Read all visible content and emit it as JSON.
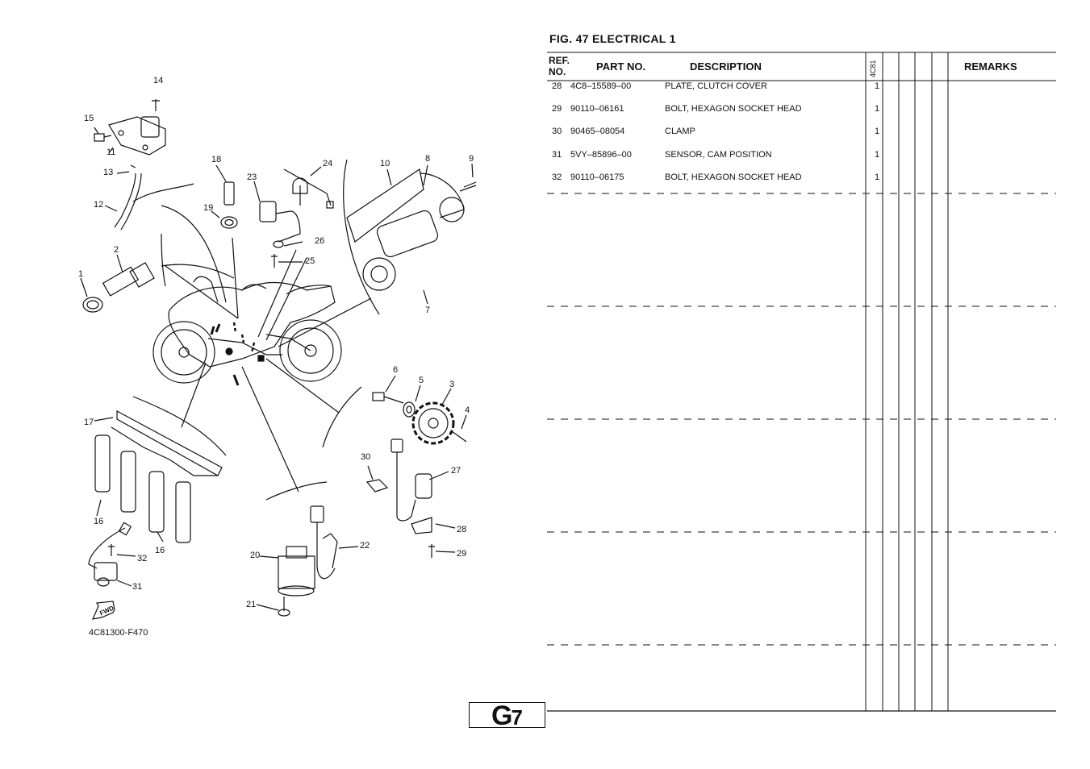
{
  "figure": {
    "title": "FIG.  47   ELECTRICAL 1",
    "code": "4C81300-F470",
    "page_letter": "G",
    "page_number": "7"
  },
  "table": {
    "headers": {
      "ref": "REF.",
      "no": "NO.",
      "part_no": "PART NO.",
      "description": "DESCRIPTION",
      "model": "4C81",
      "remarks": "REMARKS"
    },
    "rows": [
      {
        "ref": "28",
        "part_no": "4C8–15589–00",
        "description": "PLATE, CLUTCH COVER",
        "qty": "1"
      },
      {
        "ref": "29",
        "part_no": "90110–06161",
        "description": "BOLT, HEXAGON SOCKET HEAD",
        "qty": "1"
      },
      {
        "ref": "30",
        "part_no": "90465–08054",
        "description": "CLAMP",
        "qty": "1"
      },
      {
        "ref": "31",
        "part_no": "5VY–85896–00",
        "description": "SENSOR, CAM POSITION",
        "qty": "1"
      },
      {
        "ref": "32",
        "part_no": "90110–06175",
        "description": "BOLT, HEXAGON SOCKET HEAD",
        "qty": "1"
      }
    ]
  },
  "diagram": {
    "callouts": [
      "1",
      "2",
      "3",
      "4",
      "5",
      "6",
      "7",
      "8",
      "9",
      "10",
      "11",
      "12",
      "13",
      "14",
      "15",
      "16",
      "16",
      "17",
      "18",
      "19",
      "20",
      "21",
      "22",
      "23",
      "24",
      "25",
      "26",
      "27",
      "28",
      "29",
      "30",
      "31",
      "32"
    ],
    "fwd_label": "FWD"
  }
}
